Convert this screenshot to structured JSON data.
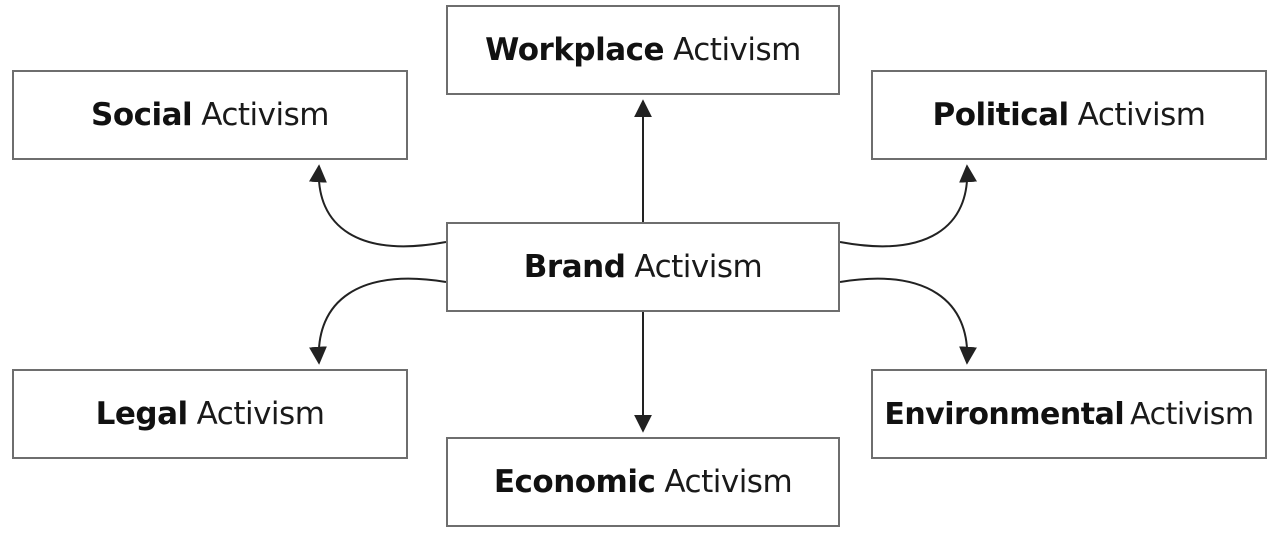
{
  "diagram": {
    "center": {
      "bold": "Brand",
      "rest": "Activism"
    },
    "nodes": {
      "workplace": {
        "bold": "Workplace",
        "rest": "Activism"
      },
      "social": {
        "bold": "Social",
        "rest": "Activism"
      },
      "political": {
        "bold": "Political",
        "rest": "Activism"
      },
      "legal": {
        "bold": "Legal",
        "rest": "Activism"
      },
      "environmental": {
        "bold": "Environmental",
        "rest": "Activism"
      },
      "economic": {
        "bold": "Economic",
        "rest": "Activism"
      }
    },
    "edges": [
      {
        "from": "center",
        "to": "workplace"
      },
      {
        "from": "center",
        "to": "economic"
      },
      {
        "from": "center",
        "to": "social"
      },
      {
        "from": "center",
        "to": "political"
      },
      {
        "from": "center",
        "to": "legal"
      },
      {
        "from": "center",
        "to": "environmental"
      }
    ],
    "colors": {
      "border": "#6e6e6e",
      "line": "#222222",
      "text": "#111111"
    }
  }
}
